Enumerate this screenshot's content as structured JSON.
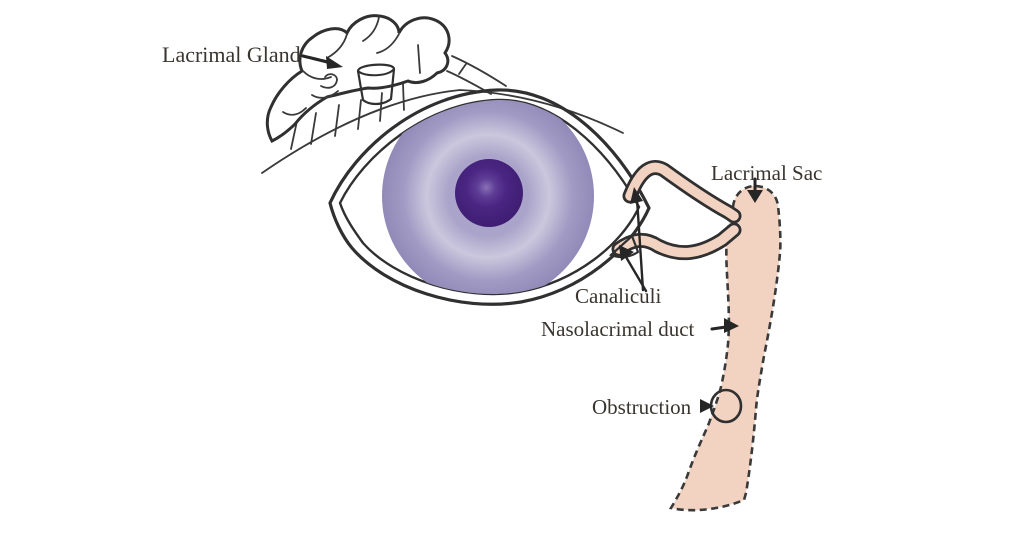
{
  "labels": {
    "gland": "Lacrimal Gland",
    "sac": "Lacrimal Sac",
    "canaliculi": "Canaliculi",
    "duct": "Nasolacrimal duct",
    "obstruction": "Obstruction"
  },
  "colors": {
    "outline": "#303030",
    "text": "#3a352f",
    "gland": "#efe2b6",
    "tissue": "#f2d3c2",
    "sclera": "#fdfdfd",
    "irisMid": "#aba4ca",
    "irisLight": "#cbc7dd",
    "irisOuter": "#a19ac4",
    "irisEdge": "#918ab8",
    "pupilHighlight": "#8a70b5",
    "pupilMid": "#5e3d96",
    "pupilCore": "#4a2682",
    "pupilEdge": "#3c1c70",
    "obstruction": "#8e9095",
    "background": "#ffffff"
  }
}
